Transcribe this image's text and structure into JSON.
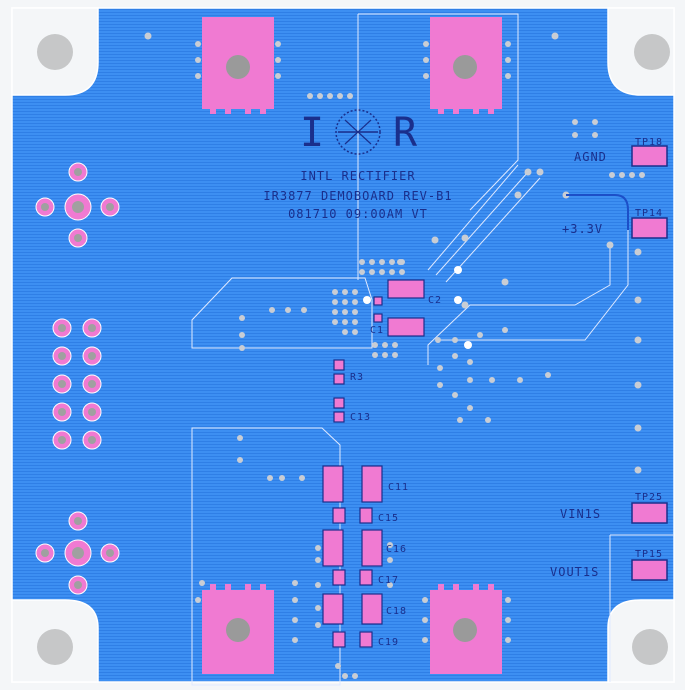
{
  "board": {
    "logo_left": "I",
    "logo_right": "R",
    "line1": "INTL RECTIFIER",
    "line2": "IR3877 DEMOBOARD REV-B1",
    "line3": "081710 09:00AM VT"
  },
  "test_points": [
    {
      "id": "tp18",
      "ref": "TP18",
      "net": "AGND"
    },
    {
      "id": "tp14",
      "ref": "TP14",
      "net": "+3.3V"
    },
    {
      "id": "tp25",
      "ref": "TP25",
      "net": "VIN1S"
    },
    {
      "id": "tp15",
      "ref": "TP15",
      "net": "VOUT1S"
    }
  ],
  "components": {
    "c2": "C2",
    "c1": "C1",
    "r3": "R3",
    "c13": "C13",
    "c11": "C11",
    "c15": "C15",
    "c16": "C16",
    "c17": "C17",
    "c18": "C18",
    "c19": "C19"
  },
  "colors": {
    "copper": "#3b8ef0",
    "pad": "#f07ad2",
    "hole": "#c8c8c8",
    "silkscreen": "#1a2f8c",
    "outline": "#ffffff"
  }
}
